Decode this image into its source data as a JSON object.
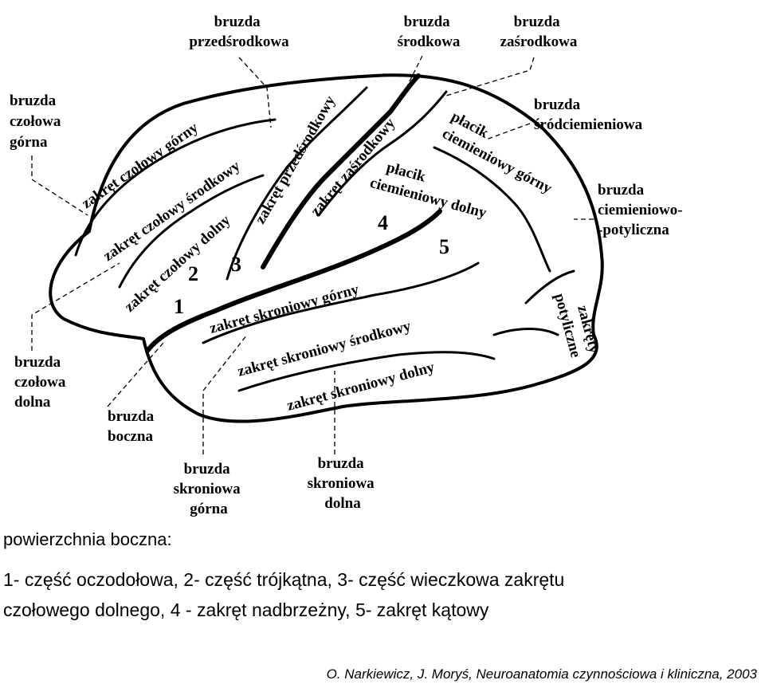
{
  "outer_labels": {
    "przedsrodkowa": [
      "bruzda",
      "przedśrodkowa"
    ],
    "srodkowa": [
      "bruzda",
      "środkowa"
    ],
    "zasrodkowa": [
      "bruzda",
      "zaśrodkowa"
    ],
    "czolowa_gorna": [
      "bruzda",
      "czołowa",
      "górna"
    ],
    "srodciemieniowa": [
      "bruzda",
      "śródciemieniowa"
    ],
    "ciemieniowo_potyliczna": [
      "bruzda",
      "ciemieniowo-",
      "-potyliczna"
    ],
    "czolowa_dolna": [
      "bruzda",
      "czołowa",
      "dolna"
    ],
    "boczna": [
      "bruzda",
      "boczna"
    ],
    "skroniowa_gorna": [
      "bruzda",
      "skroniowa",
      "górna"
    ],
    "skroniowa_dolna": [
      "bruzda",
      "skroniowa",
      "dolna"
    ]
  },
  "inner_labels": {
    "czolowy_gorny": "zakręt czołowy górny",
    "czolowy_srodkowy": "zakręt czołowy środkowy",
    "czolowy_dolny": "zakręt czołowy dolny",
    "przedsrodkowy": "zakręt przedśrodkowy",
    "zasrodkowy": "zakręt zaśrodkowy",
    "placik_gorny": [
      "płacik",
      "ciemieniowy górny"
    ],
    "placik_dolny": [
      "płacik",
      "ciemieniowy dolny"
    ],
    "skroniowy_gorny": "zakręt skroniowy górny",
    "skroniowy_srodkowy": "zakręt skroniowy środkowy",
    "skroniowy_dolny": "zakręt skroniowy dolny",
    "potyliczne": [
      "zakręty",
      "potyliczne"
    ]
  },
  "numbers": [
    "1",
    "2",
    "3",
    "4",
    "5"
  ],
  "caption": {
    "title": "powierzchnia boczna:",
    "legend_line1": "1- część oczodołowa, 2- część trójkątna, 3- część wieczkowa zakrętu",
    "legend_line2": "czołowego dolnego, 4 - zakręt nadbrzeżny, 5- zakręt kątowy",
    "citation": "O. Narkiewicz, J. Moryś, Neuroanatomia czynnościowa i kliniczna, 2003"
  }
}
